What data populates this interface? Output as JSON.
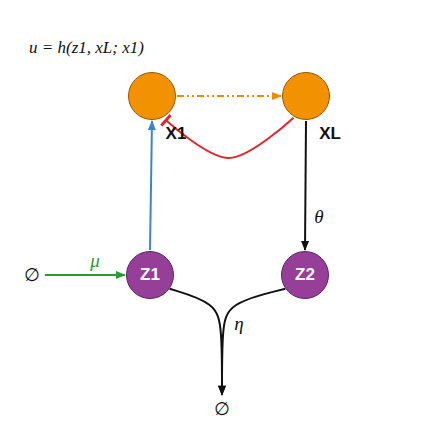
{
  "diagram": {
    "nodes": [
      {
        "text": [
          "u = h(z1, xL; x1)"
        ]
      },
      {
        "text": [
          "X1"
        ],
        "in": 0
      },
      {
        "text": [
          "XL"
        ],
        "in": 0
      },
      {
        "text": []
      },
      {
        "text": [
          "∅"
        ],
        "in": 3
      },
      {
        "text": [
          "Z1"
        ],
        "in": 3
      },
      {
        "text": [
          "Z2"
        ],
        "in": 3
      },
      {
        "text": [
          "∅"
        ],
        "in": 3
      }
    ],
    "edges": [
      {
        "from": 4,
        "to": 5,
        "arrow": "to",
        "label": "μ"
      },
      {
        "from": 5,
        "to": 1,
        "arrow": "to"
      },
      {
        "from": 1,
        "to": 2,
        "arrow": "to"
      },
      {
        "from": 2,
        "to": 1,
        "arrow": "to"
      },
      {
        "from": 2,
        "to": 6,
        "arrow": "to",
        "label": "θ"
      },
      {
        "from": 5,
        "to": 7,
        "arrow": "to",
        "label": "η"
      },
      {
        "from": 6,
        "to": 7,
        "arrow": "to"
      }
    ]
  }
}
